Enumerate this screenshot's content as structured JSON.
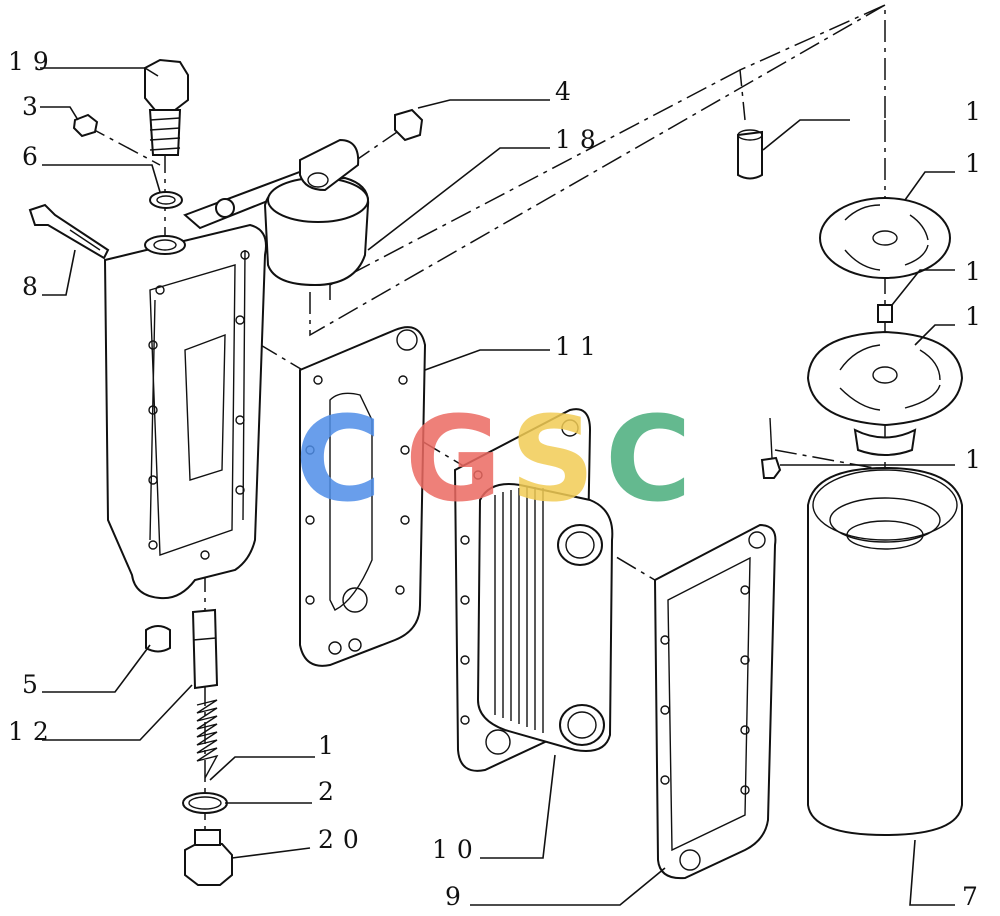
{
  "labels": {
    "p19": "19",
    "p3": "3",
    "p6": "6",
    "p8": "8",
    "p5": "5",
    "p12": "12",
    "p1": "1",
    "p2": "2",
    "p20": "20",
    "p4": "4",
    "p18": "18",
    "p11": "11",
    "p10": "10",
    "p9": "9",
    "p7": "7",
    "r1": "1",
    "r2": "1",
    "r3": "1",
    "r4": "1",
    "r5": "1"
  },
  "watermark": {
    "c1": "C",
    "g": "G",
    "s": "S",
    "c2": "C",
    "colors": [
      "#4f8ee8",
      "#ec6a62",
      "#f2cc55",
      "#49ad7c"
    ]
  }
}
